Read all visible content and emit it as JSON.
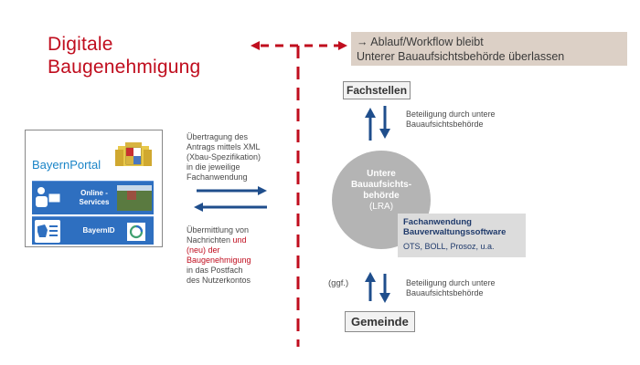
{
  "title": {
    "line1": "Digitale",
    "line2": "Baugenehmigung"
  },
  "note": {
    "line1": "→ Ablauf/Workflow bleibt",
    "line2": "Unterer Bauaufsichtsbehörde überlassen"
  },
  "portal": {
    "brand": "BayernPortal",
    "online_services_line1": "Online -",
    "online_services_line2": "Services",
    "bayern_id": "BayernID"
  },
  "transfer": {
    "to_lines": [
      "Übertragung des",
      "Antrags mittels XML",
      "(Xbau-Spezifikation)",
      "in die jeweilige",
      "Fachanwendung"
    ],
    "back_lines": [
      {
        "text": "Übermittlung von",
        "highlight": ""
      },
      {
        "text": "Nachrichten ",
        "highlight": "und"
      },
      {
        "text": "",
        "highlight": "(neu) der"
      },
      {
        "text": "",
        "highlight": "Baugenehmigung"
      },
      {
        "text": "in das Postfach",
        "highlight": ""
      },
      {
        "text": "des Nutzerkontos",
        "highlight": ""
      }
    ]
  },
  "nodes": {
    "fachstellen": "Fachstellen",
    "gemeinde": "Gemeinde",
    "authority_lines": [
      "Untere",
      "Bauaufsichts-",
      "behörde",
      "(LRA)"
    ]
  },
  "participation": {
    "top_line1": "Beteiligung durch untere",
    "top_line2": "Bauaufsichtsbehörde",
    "bottom_line1": "Beteiligung durch untere",
    "bottom_line2": "Bauaufsichtsbehörde",
    "optional": "(ggf.)"
  },
  "software": {
    "line1": "Fachanwendung",
    "line2": "Bauverwaltungssoftware",
    "vendors": "OTS, BOLL, Prosoz, u.a."
  },
  "colors": {
    "accent_red": "#c00d1e",
    "arrow_blue": "#1f4e8c",
    "note_bg": "#dcd0c6",
    "circle_gray": "#b4b4b4"
  }
}
